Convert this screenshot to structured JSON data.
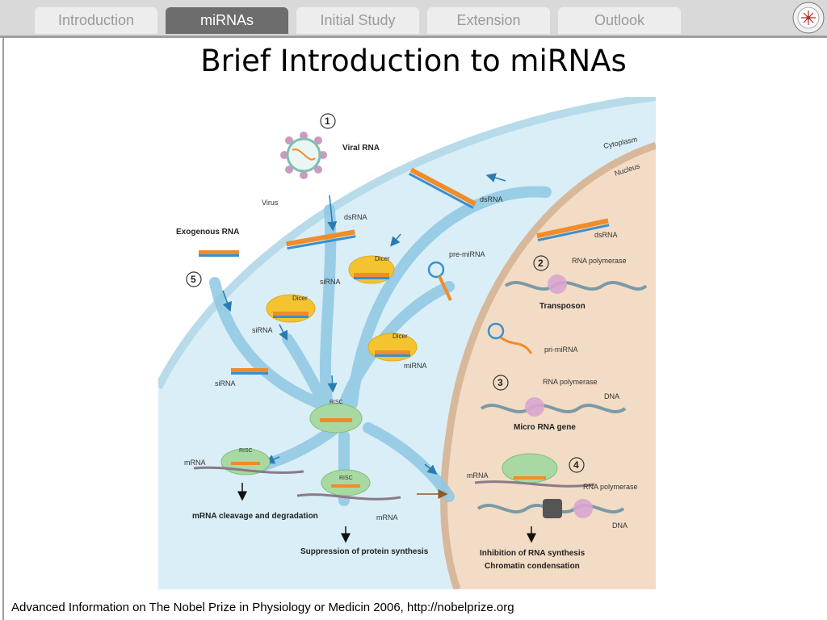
{
  "nav": {
    "tabs": [
      {
        "label": "Introduction",
        "active": false
      },
      {
        "label": "miRNAs",
        "active": true
      },
      {
        "label": "Initial Study",
        "active": false
      },
      {
        "label": "Extension",
        "active": false
      },
      {
        "label": "Outlook",
        "active": false
      }
    ]
  },
  "title": "Brief Introduction to miRNAs",
  "diagram": {
    "steps": [
      "1",
      "2",
      "3",
      "4",
      "5"
    ],
    "labels": {
      "viral_rna": "Viral RNA",
      "virus": "Virus",
      "cytoplasm": "Cytoplasm",
      "nucleus": "Nucleus",
      "exogenous_rna": "Exogenous RNA",
      "dsrna_left": "dsRNA",
      "dsrna_top": "dsRNA",
      "dsrna_nucleus": "dsRNA",
      "rna_polymerase_2": "RNA polymerase",
      "transposon": "Transposon",
      "pre_mirna": "pre-miRNA",
      "pri_mirna": "pri-miRNA",
      "rna_polymerase_3": "RNA polymerase",
      "dna_3": "DNA",
      "microrna_gene": "Micro RNA gene",
      "sirna_1": "siRNA",
      "sirna_2": "siRNA",
      "sirna_3": "siRNA",
      "mirna": "miRNA",
      "dicer_1": "Dicer",
      "dicer_2": "Dicer",
      "dicer_3": "Dicer",
      "risc_center": "RISC",
      "risc_left": "RISC",
      "risc_mid": "RISC",
      "mrna_left": "mRNA",
      "mrna_mid": "mRNA",
      "mrna_right": "mRNA",
      "mrna_cleavage": "mRNA cleavage and degradation",
      "suppression": "Suppression of protein synthesis",
      "rna_polymerase_4": "RNA polymerase",
      "dna_4": "DNA",
      "inhibition": "Inhibition of RNA synthesis",
      "chromatin": "Chromatin condensation"
    }
  },
  "footer": "Advanced Information on The Nobel Prize in Physiology or Medicin 2006, http://nobelprize.org",
  "colors": {
    "tab_active": "#6d6d6d",
    "tab_inactive": "#ededed",
    "cytoplasm": "#d9eef7",
    "nucleus": "#f3dcc5",
    "arrow": "#8ec8e3",
    "dicer": "#f4c430",
    "risc": "#a9d9a2"
  }
}
